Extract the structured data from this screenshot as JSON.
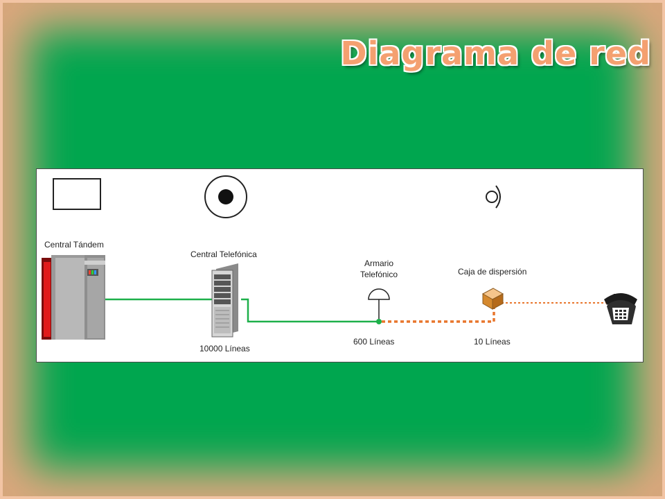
{
  "slide": {
    "title": "Diagrama de red"
  },
  "diagram": {
    "nodes": {
      "tandem": {
        "label": "Central Tándem"
      },
      "central": {
        "label": "Central Telefónica",
        "capacity": "10000 Líneas"
      },
      "armario": {
        "label_line1": "Armario",
        "label_line2": "Telefónico",
        "capacity": "600 Líneas"
      },
      "caja": {
        "label": "Caja de dispersión",
        "capacity": "10 Líneas"
      }
    },
    "colors": {
      "green_link": "#1db04a",
      "orange_link": "#e8762d",
      "tandem_red": "#d41e1e"
    }
  }
}
